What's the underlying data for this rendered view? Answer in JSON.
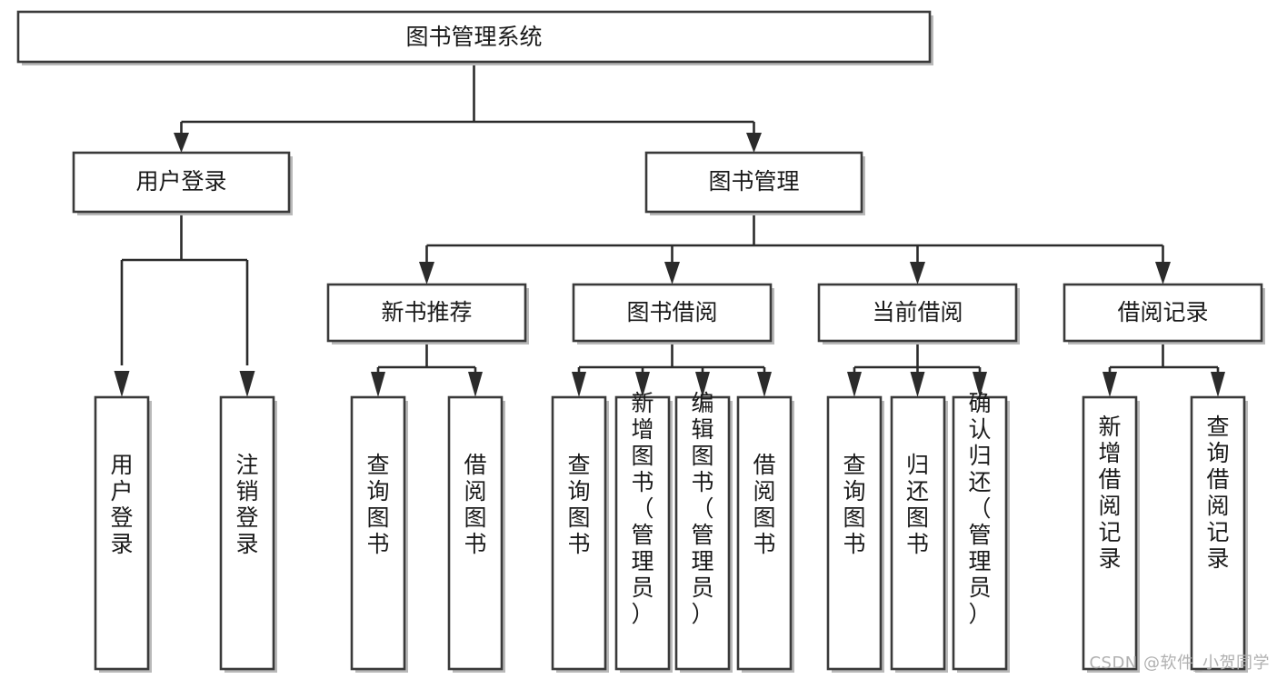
{
  "diagram": {
    "type": "tree-hierarchy-chart",
    "title": "图书管理系统",
    "background_color": "#ffffff",
    "box_fill": "#ffffff",
    "box_stroke": "#3a3a3a",
    "connector_color": "#2b2b2b",
    "text_color": "#1a1a1a"
  },
  "root": {
    "label": "图书管理系统"
  },
  "level2": [
    {
      "label": "用户登录"
    },
    {
      "label": "图书管理"
    }
  ],
  "level3": [
    {
      "label": "新书推荐"
    },
    {
      "label": "图书借阅"
    },
    {
      "label": "当前借阅"
    },
    {
      "label": "借阅记录"
    }
  ],
  "leaves": {
    "user_login": [
      {
        "label": "用户登录"
      },
      {
        "label": "注销登录"
      }
    ],
    "new_book_recommend": [
      {
        "label": "查询图书"
      },
      {
        "label": "借阅图书"
      }
    ],
    "book_borrow": [
      {
        "label": "查询图书"
      },
      {
        "label": "新增图书（管理员）"
      },
      {
        "label": "编辑图书（管理员）"
      },
      {
        "label": "借阅图书"
      }
    ],
    "current_borrow": [
      {
        "label": "查询图书"
      },
      {
        "label": "归还图书"
      },
      {
        "label": "确认归还（管理员）"
      }
    ],
    "borrow_record": [
      {
        "label": "新增借阅记录"
      },
      {
        "label": "查询借阅记录"
      }
    ]
  },
  "watermark": {
    "text": "CSDN @软件_小贺同学",
    "color": "#b0b0b0"
  }
}
